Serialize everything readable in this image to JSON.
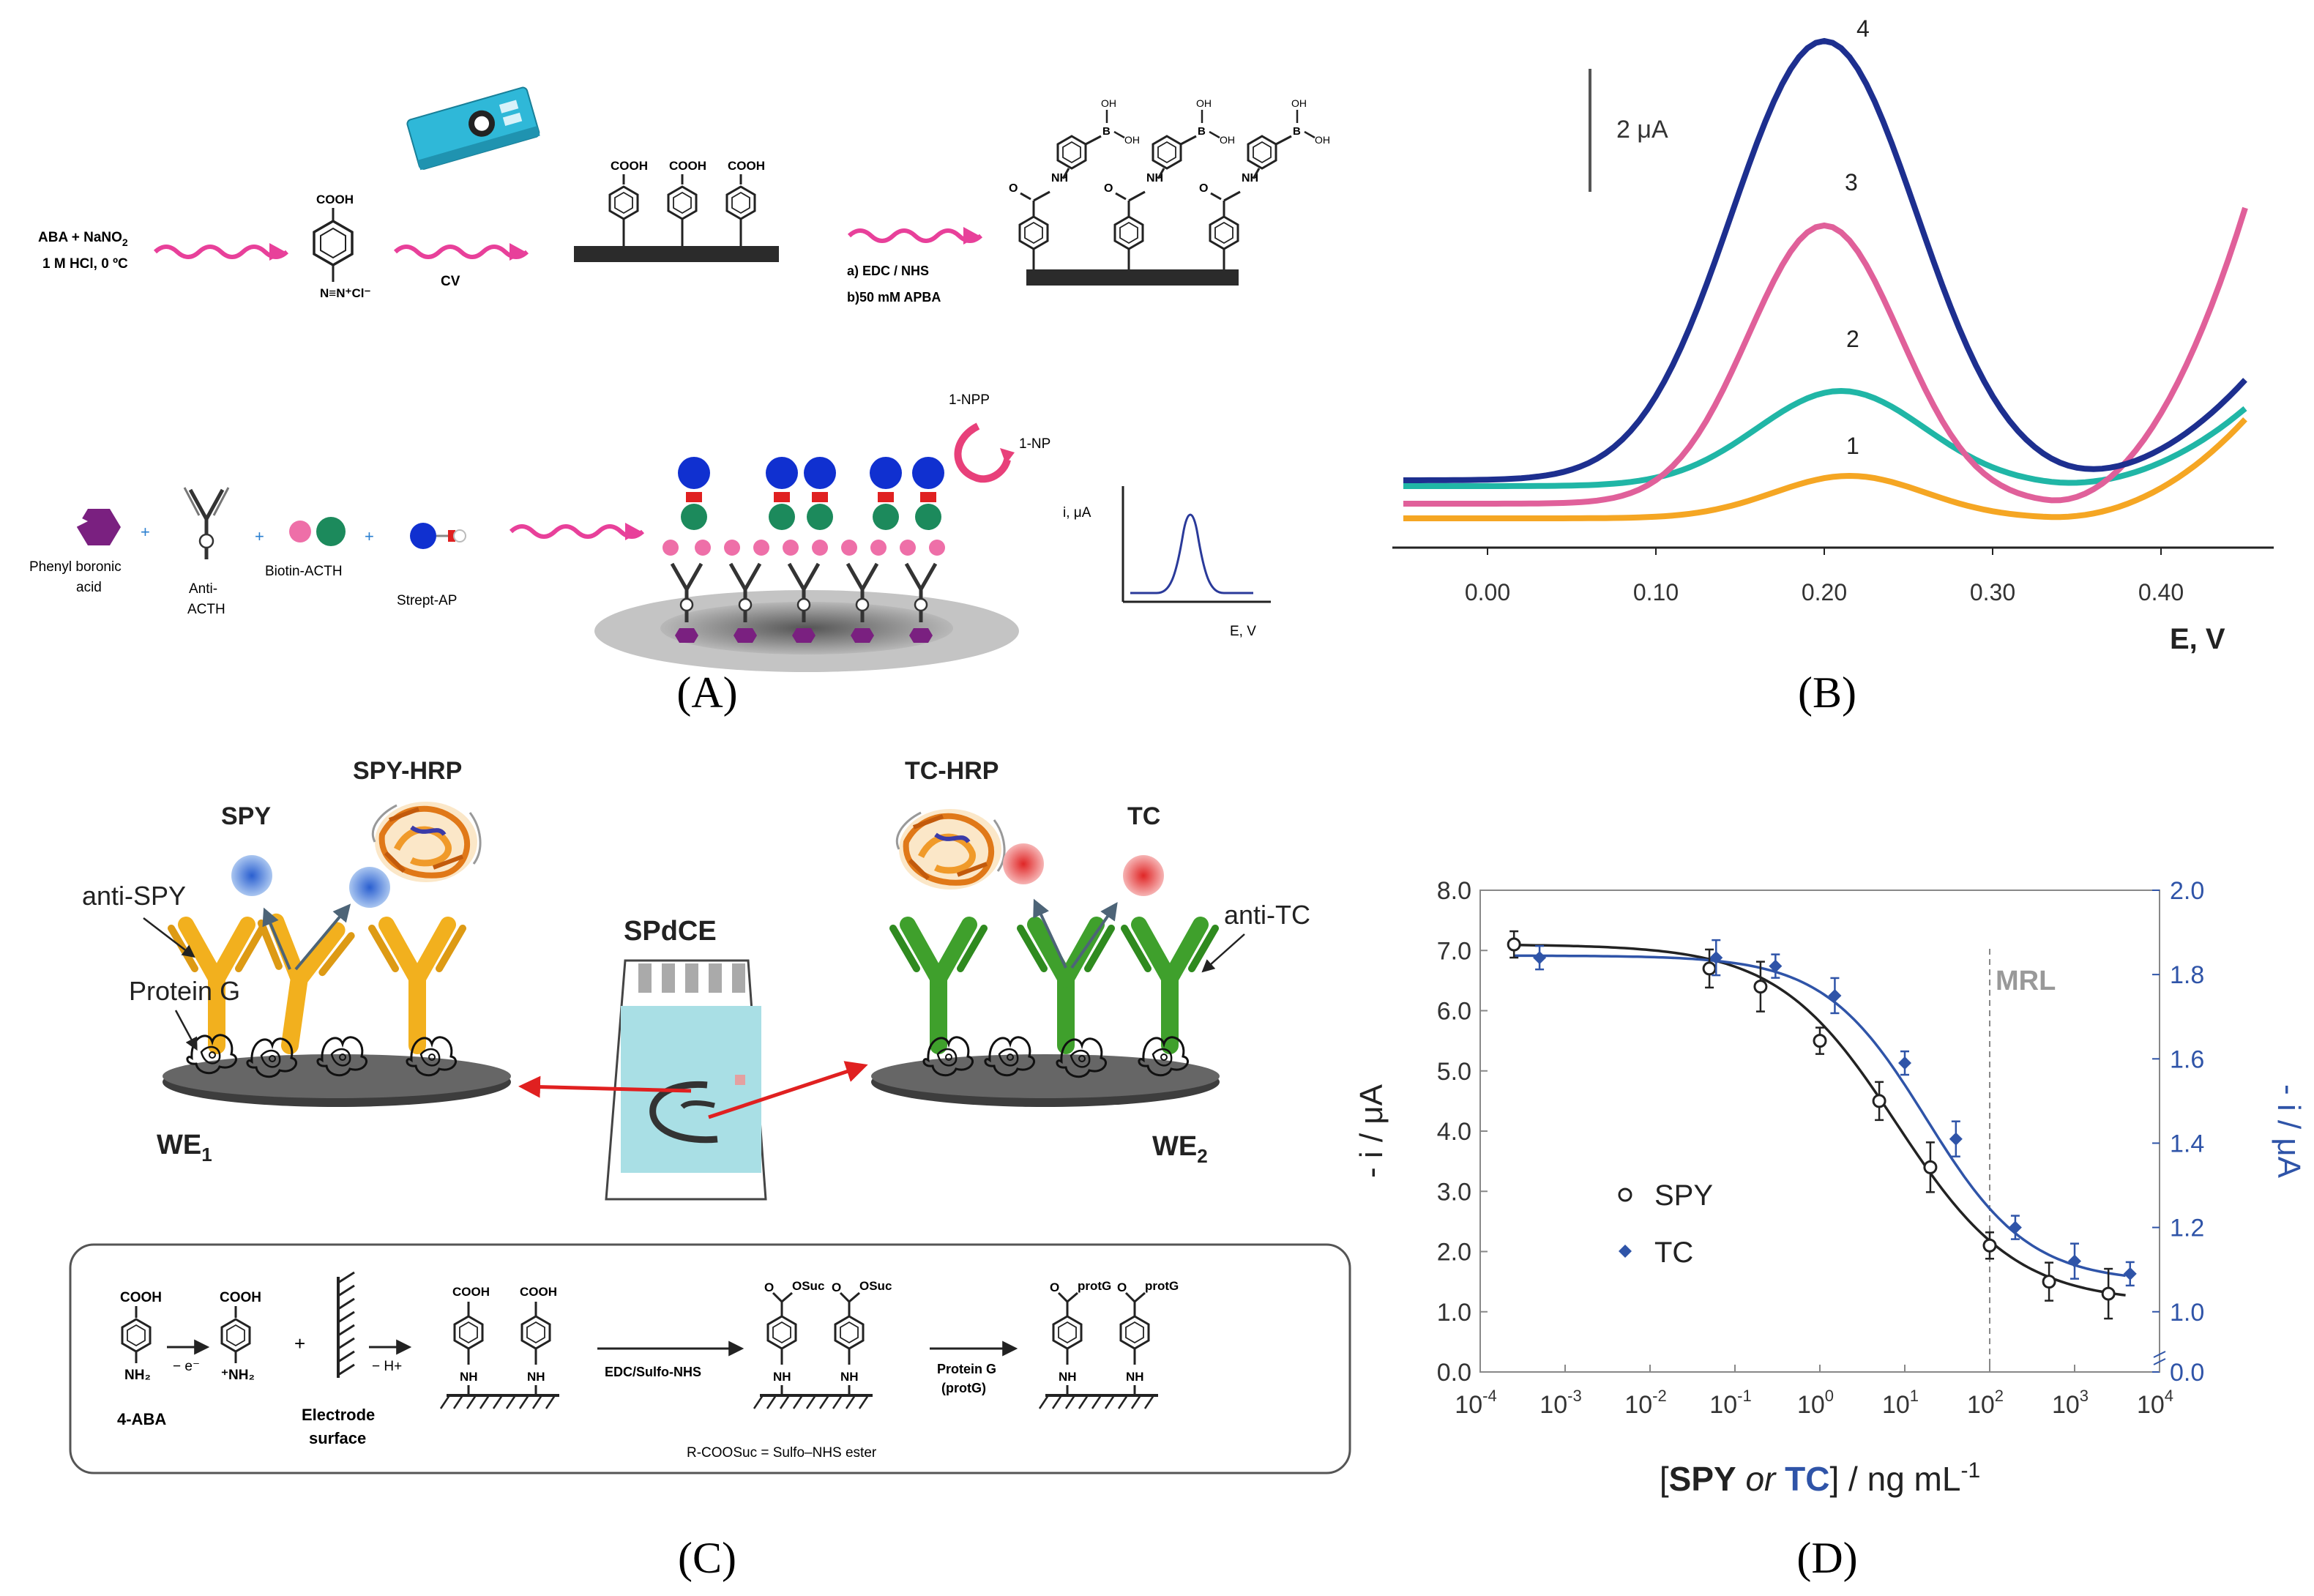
{
  "panel_labels": {
    "A": "(A)",
    "B": "(B)",
    "C": "(C)",
    "D": "(D)"
  },
  "panel_a": {
    "reagents_1": "ABA + NaNO",
    "reagents_1_sub": "2",
    "reagents_2": "1 M HCl, 0 ºC",
    "cooh": "COOH",
    "diazonium": "N≡N⁺Cl⁻",
    "cv": "CV",
    "step_a": "a)  EDC / NHS",
    "step_b": "b)50 mM APBA",
    "oh": "OH",
    "b": "B",
    "nh": "NH",
    "npp": "1-NPP",
    "np": "1-NP",
    "phenyl_1": "Phenyl boronic",
    "phenyl_2": "acid",
    "anti_1": "Anti-",
    "anti_2": "ACTH",
    "biotin": "Biotin-ACTH",
    "strept": "Strept-AP",
    "plus": "+",
    "inset_y": "i, μA",
    "inset_x": "E, V"
  },
  "panel_b": {
    "scale_bar": "2 μA",
    "xlabel": "E, V",
    "curve_labels": [
      "1",
      "2",
      "3",
      "4"
    ],
    "colors": {
      "1": "#f5a623",
      "2": "#20b6a6",
      "3": "#e0609a",
      "4": "#1d2f8f"
    }
  },
  "panel_c": {
    "spy": "SPY",
    "spy_hrp": "SPY-HRP",
    "tc_hrp": "TC-HRP",
    "tc": "TC",
    "anti_spy": "anti-SPY",
    "anti_tc": "anti-TC",
    "protein_g": "Protein G",
    "spdce": "SPdCE",
    "we1": "WE",
    "we1_sub": "1",
    "we2": "WE",
    "we2_sub": "2",
    "scheme": {
      "cooh": "COOH",
      "nh2": "NH₂",
      "nh2_plus": "⁺NH₂",
      "aba": "4-ABA",
      "minus_e": "− e⁻",
      "minus_h": "− H+",
      "plus": "+",
      "electrode_1": "Electrode",
      "electrode_2": "surface",
      "nh": "NH",
      "osuc": "OSuc",
      "step_edc": "EDC/Sulfo-NHS",
      "step_protg_1": "Protein G",
      "step_protg_2": "(protG)",
      "protg": "protG",
      "footnote": "R-COOSuc = Sulfo–NHS ester"
    }
  },
  "chart_data": {
    "type": "scatter",
    "ylabel_left": "- i / μA",
    "ylabel_right": "- i / μA",
    "xlabel_parts": [
      "[",
      "SPY",
      " or ",
      "TC",
      "] / ng mL",
      "-1"
    ],
    "ylim_left": [
      0,
      8
    ],
    "ylim_right": [
      0,
      2
    ],
    "yticks_left": [
      "0.0",
      "1.0",
      "2.0",
      "3.0",
      "4.0",
      "5.0",
      "6.0",
      "7.0",
      "8.0"
    ],
    "yticks_right": [
      "0.0",
      "1.0",
      "1.2",
      "1.4",
      "1.6",
      "1.8",
      "2.0"
    ],
    "xticks": [
      "-4",
      "-3",
      "-2",
      "-1",
      "0",
      "1",
      "2",
      "3",
      "4"
    ],
    "x_scale": "log",
    "mrl": {
      "label": "MRL",
      "x": 100
    },
    "legend": [
      {
        "name": "SPY",
        "marker": "open-circle",
        "color": "#222222"
      },
      {
        "name": "TC",
        "marker": "filled-diamond",
        "color": "#2f54a8"
      }
    ],
    "series": [
      {
        "name": "SPY",
        "axis": "left",
        "color": "#222222",
        "x": [
          0.00025,
          0.05,
          0.2,
          1,
          5,
          20,
          100,
          500,
          2500
        ],
        "y": [
          7.1,
          6.7,
          6.4,
          5.5,
          4.5,
          3.4,
          2.1,
          1.5,
          1.3
        ]
      },
      {
        "name": "TC",
        "axis": "right",
        "color": "#2f54a8",
        "x": [
          0.0005,
          0.06,
          0.3,
          1.5,
          10,
          40,
          200,
          1000,
          4500
        ],
        "y": [
          1.84,
          1.84,
          1.82,
          1.75,
          1.59,
          1.41,
          1.2,
          1.12,
          1.09
        ]
      }
    ]
  }
}
